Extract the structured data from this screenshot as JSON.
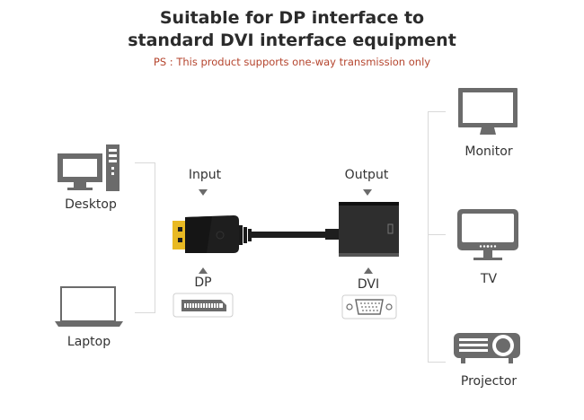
{
  "header": {
    "title_line1": "Suitable for DP interface to",
    "title_line2": "standard DVI interface equipment",
    "note": "PS : This product supports one-way transmission only"
  },
  "sources": [
    {
      "label": "Desktop",
      "icon": "desktop-icon"
    },
    {
      "label": "Laptop",
      "icon": "laptop-icon"
    }
  ],
  "adapter": {
    "input_label": "Input",
    "output_label": "Output",
    "input_port_label": "DP",
    "output_port_label": "DVI"
  },
  "destinations": [
    {
      "label": "Monitor",
      "icon": "monitor-icon"
    },
    {
      "label": "TV",
      "icon": "tv-icon"
    },
    {
      "label": "Projector",
      "icon": "projector-icon"
    }
  ],
  "colors": {
    "title": "#2b2b2b",
    "note": "#b5452e",
    "icon_gray": "#6b6b6b",
    "bracket": "#d9d9d9",
    "cable_black": "#1e1e1e",
    "connector_gold": "#e8b923"
  }
}
